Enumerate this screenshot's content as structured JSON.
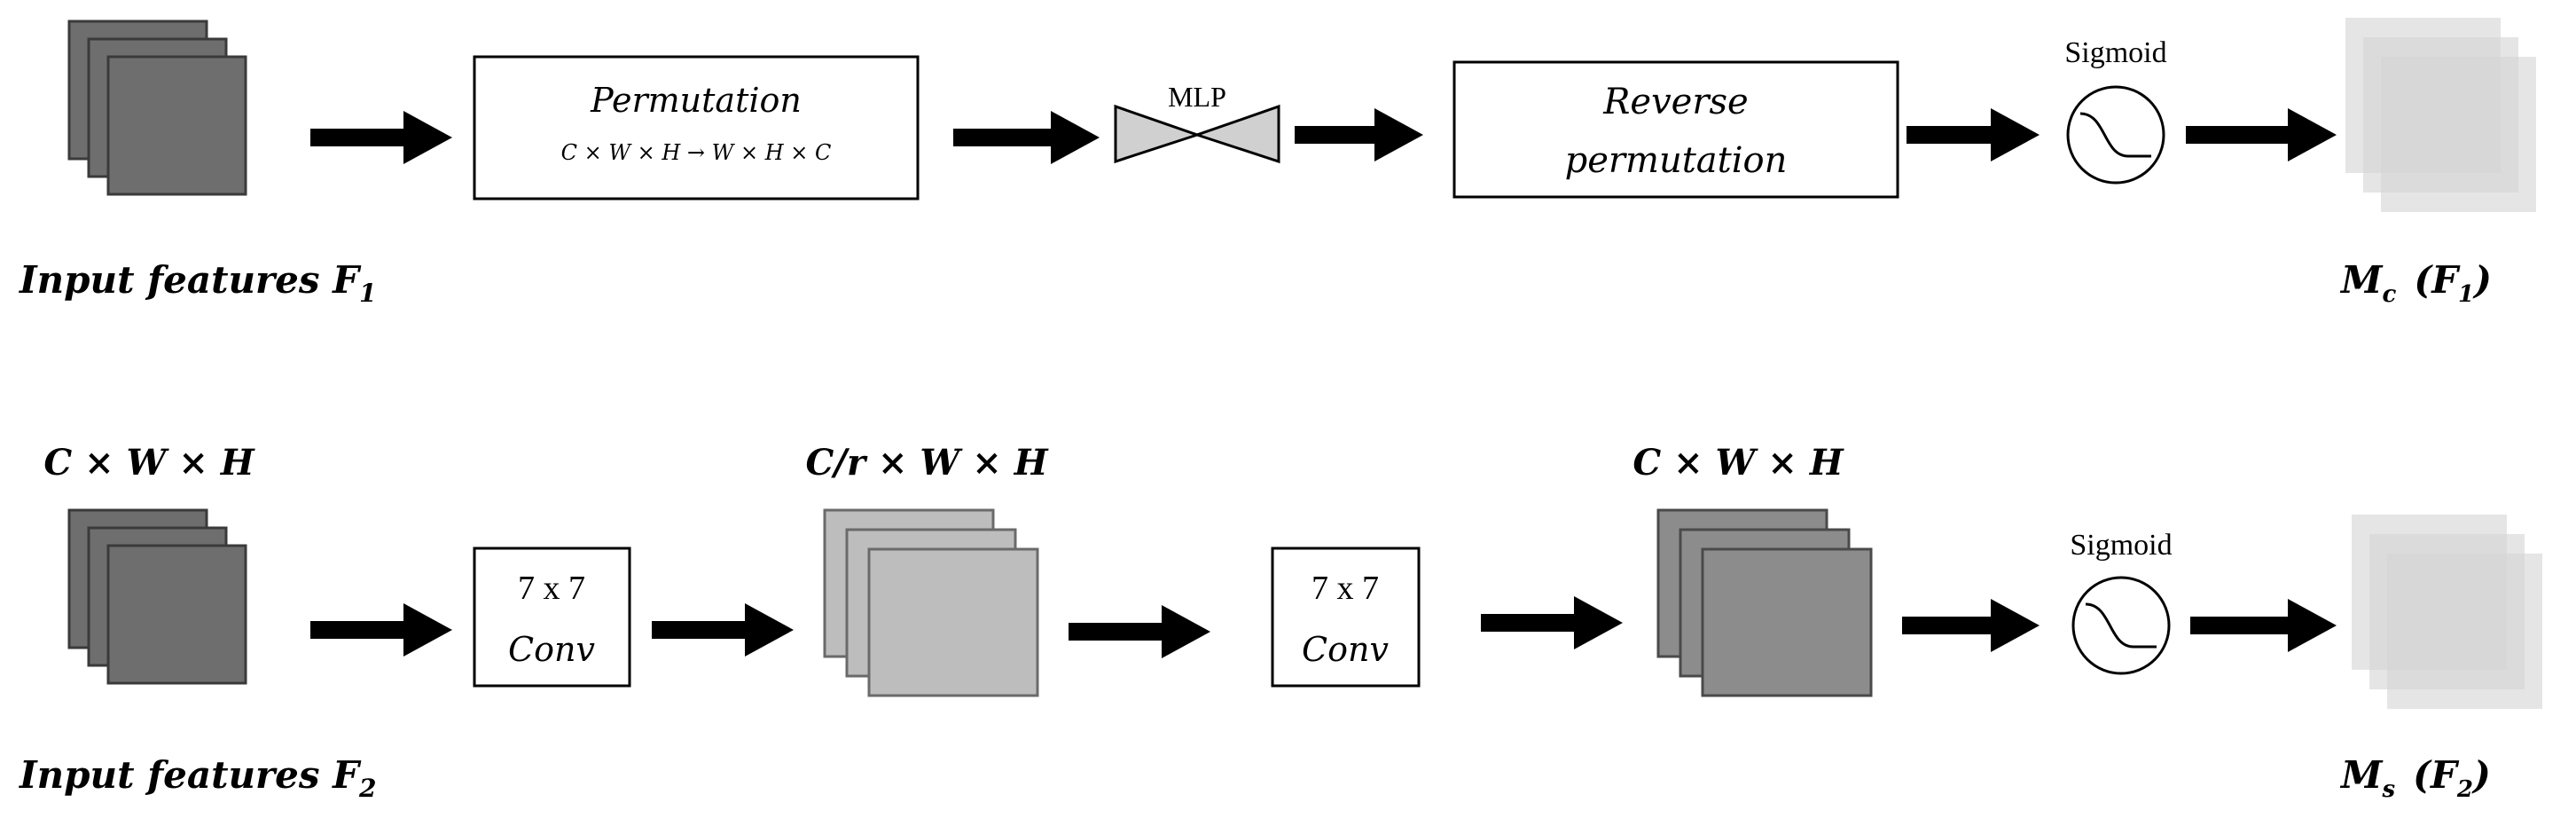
{
  "row1": {
    "input_label": "Input features F",
    "input_sub": "1",
    "permutation_title": "Permutation",
    "permutation_formula": "C × W × H → W × H × C",
    "mlp_label": "MLP",
    "reverse_line1": "Reverse",
    "reverse_line2": "permutation",
    "sigmoid_label": "Sigmoid",
    "output_label_main": "M",
    "output_label_sub": "c",
    "output_label_arg": "(F",
    "output_label_arg_sub": "1",
    "output_label_close": ")"
  },
  "row2": {
    "input_label": "Input features F",
    "input_sub": "2",
    "dim1": "C × W × H",
    "dim2": "C/r × W × H",
    "dim3": "C × W × H",
    "conv1_line1": "7 x 7",
    "conv1_line2": "Conv",
    "conv2_line1": "7 x 7",
    "conv2_line2": "Conv",
    "sigmoid_label": "Sigmoid",
    "output_label_main": "M",
    "output_label_sub": "s",
    "output_label_arg": "(F",
    "output_label_arg_sub": "2",
    "output_label_close": ")"
  },
  "colors": {
    "sheet_dark": "#6e6e6e",
    "sheet_mid": "#8c8c8c",
    "sheet_light": "#bdbdbd",
    "ghost": "#d4d4d4",
    "mlp_fill": "#d0d0d0"
  }
}
